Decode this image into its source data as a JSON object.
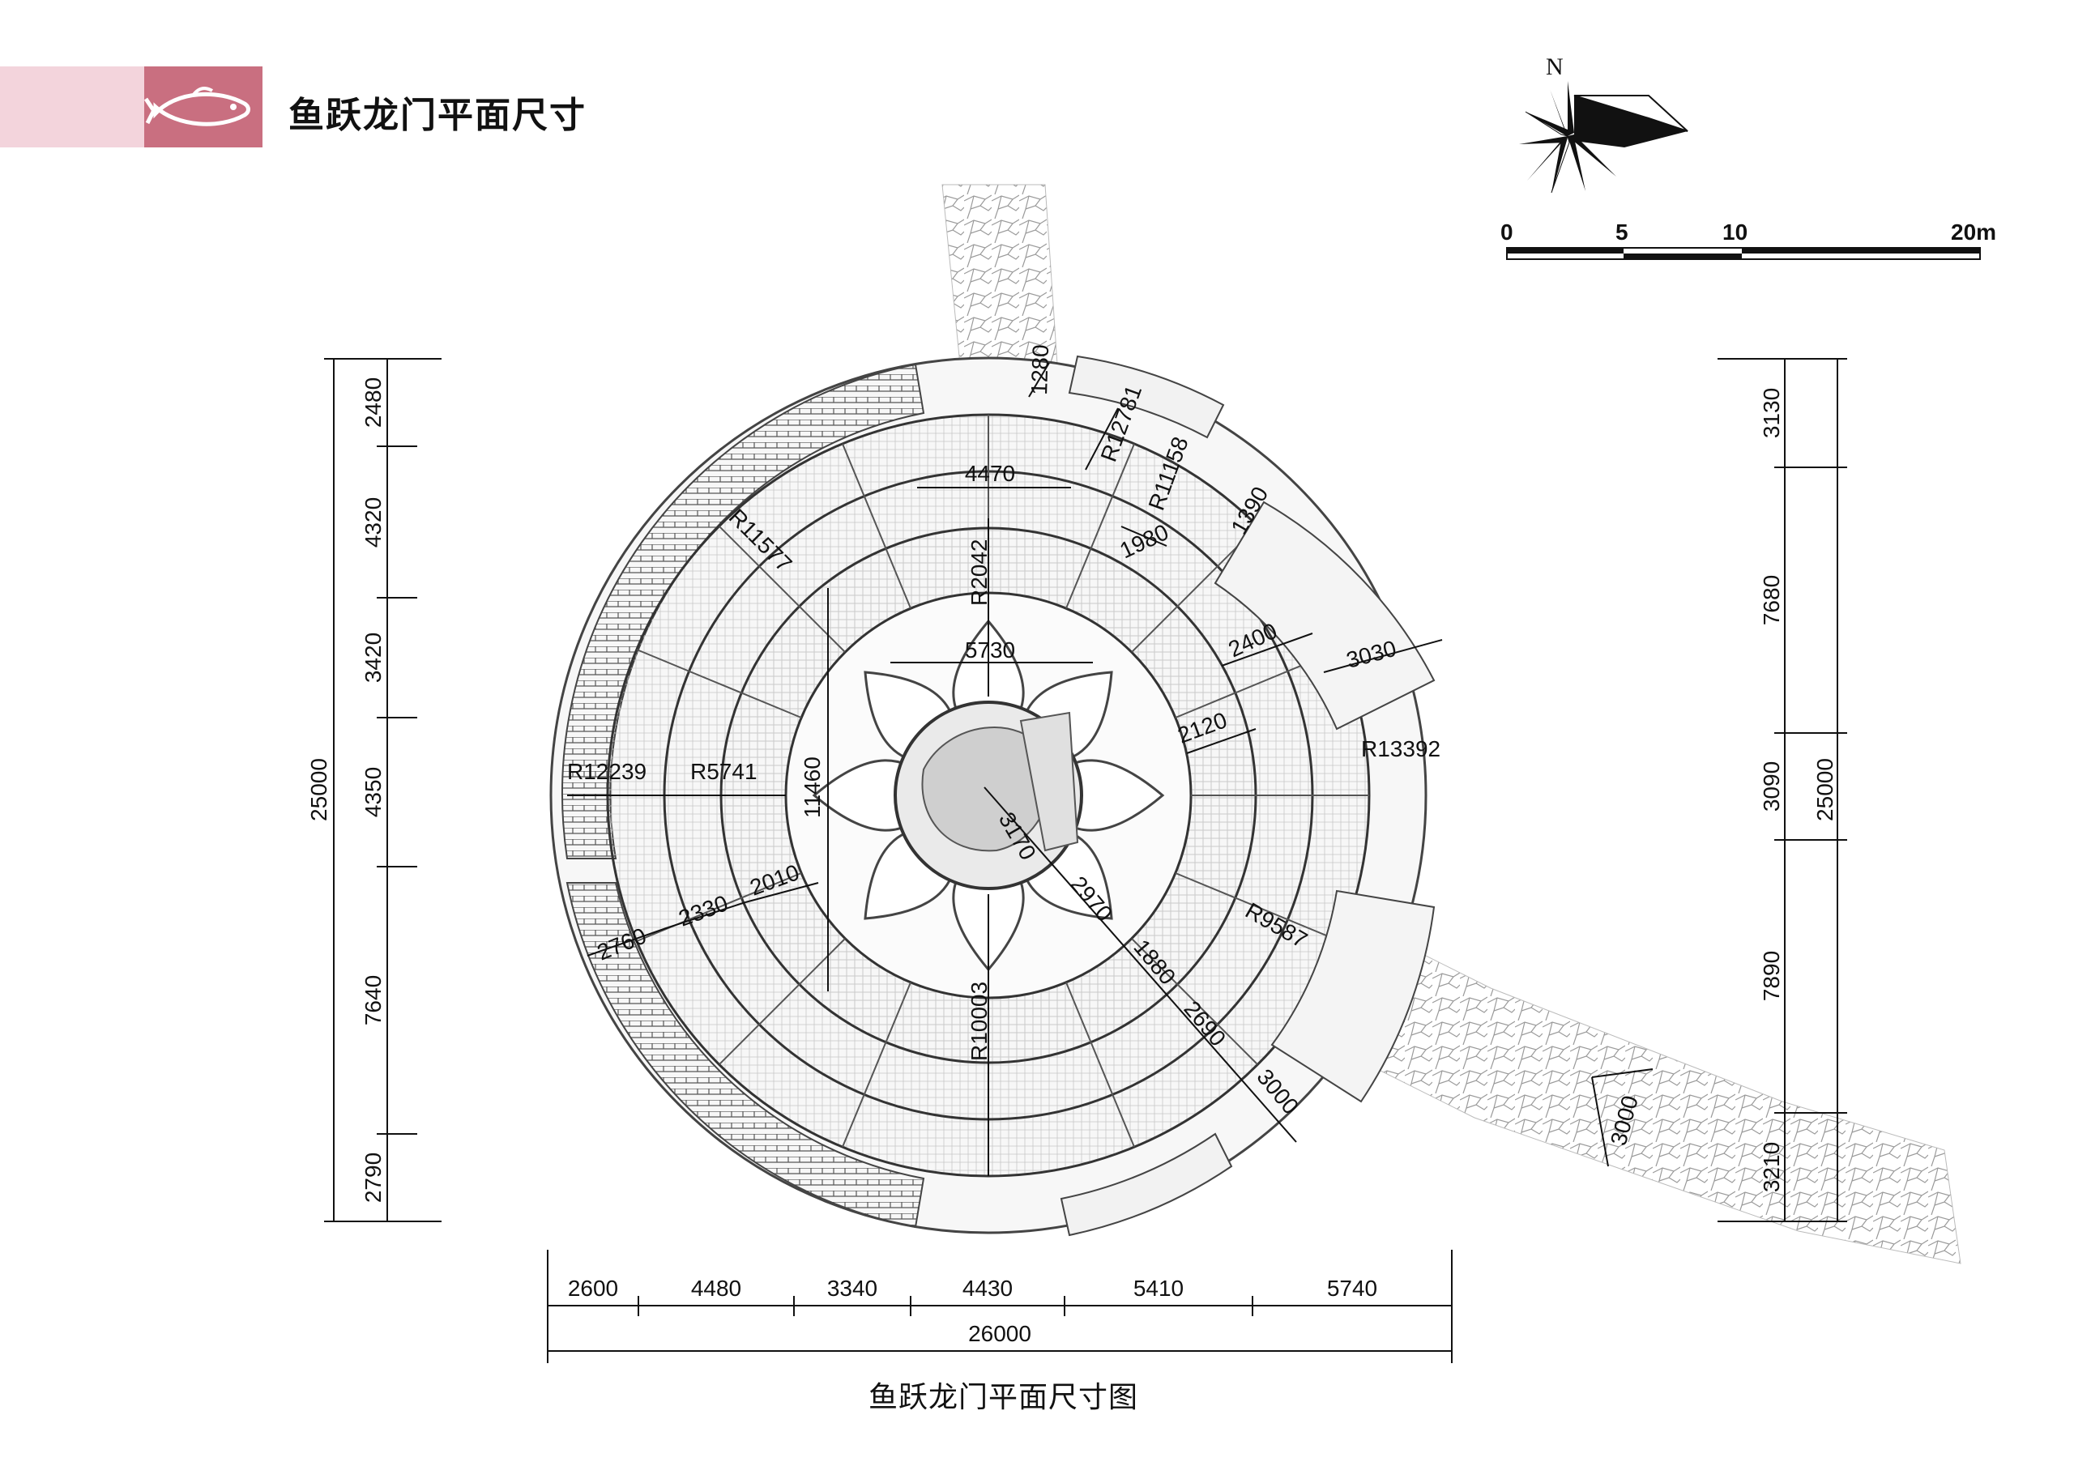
{
  "header": {
    "title": "鱼跃龙门平面尺寸",
    "logo_icon": "fish-icon",
    "band_color": "#f3d4dc",
    "logo_color": "#c96f80"
  },
  "compass": {
    "north_label": "N",
    "icon": "north-arrow-icon"
  },
  "scale_bar": {
    "labels": [
      "0",
      "5",
      "10",
      "20m"
    ]
  },
  "caption": "鱼跃龙门平面尺寸图",
  "dimensions": {
    "left_chain": [
      "2480",
      "4320",
      "3420",
      "4350",
      "7640",
      "2790"
    ],
    "left_total": "25000",
    "right_chain": [
      "3130",
      "7680",
      "3090",
      "7890",
      "3210"
    ],
    "right_total": "25000",
    "bottom_chain": [
      "2600",
      "4480",
      "3340",
      "4430",
      "5410",
      "5740"
    ],
    "bottom_total": "26000",
    "plan_labels": {
      "d1280": "1280",
      "r12781": "R12781",
      "r11158": "R11158",
      "d1390": "1390",
      "d4470": "4470",
      "r11577": "R11577",
      "d1980": "1980",
      "r2042": "R2042",
      "d2400": "2400",
      "d3030": "3030",
      "d5730": "5730",
      "d2120": "2120",
      "r13392": "R13392",
      "r12239": "R12239",
      "r5741": "R5741",
      "d11460": "11460",
      "d3170": "3170",
      "d2010": "2010",
      "d2970": "2970",
      "r9587": "R9587",
      "d2330": "2330",
      "d2760": "2760",
      "d1880": "1880",
      "r10003": "R10003",
      "d2690": "2690",
      "d3000a": "3000",
      "d3000b": "3000"
    }
  }
}
